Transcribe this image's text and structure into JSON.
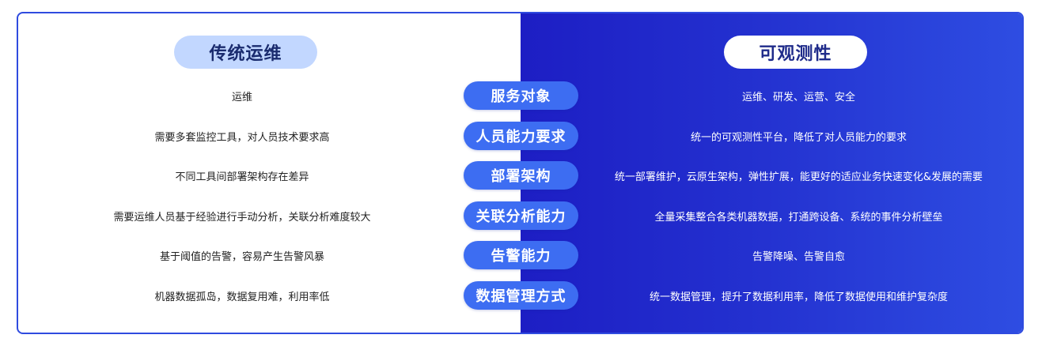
{
  "headers": {
    "left": "传统运维",
    "right": "可观测性"
  },
  "rows": [
    {
      "category": "服务对象",
      "traditional": "运维",
      "observability": "运维、研发、运营、安全"
    },
    {
      "category": "人员能力要求",
      "traditional": "需要多套监控工具，对人员技术要求高",
      "observability": "统一的可观测性平台，降低了对人员能力的要求"
    },
    {
      "category": "部署架构",
      "traditional": "不同工具间部署架构存在差异",
      "observability": "统一部署维护，云原生架构，弹性扩展，能更好的适应业务快速变化&发展的需要"
    },
    {
      "category": "关联分析能力",
      "traditional": "需要运维人员基于经验进行手动分析，关联分析难度较大",
      "observability": "全量采集整合各类机器数据，打通跨设备、系统的事件分析壁垒"
    },
    {
      "category": "告警能力",
      "traditional": "基于阈值的告警，容易产生告警风暴",
      "observability": "告警降噪、告警自愈"
    },
    {
      "category": "数据管理方式",
      "traditional": "机器数据孤岛，数据复用难，利用率低",
      "observability": "统一数据管理，提升了数据利用率，降低了数据使用和维护复杂度"
    }
  ],
  "colors": {
    "border": "#2f4bdf",
    "right_panel_start": "#1d1ec4",
    "right_panel_end": "#2e4de2",
    "category_pill": "#3d6df2",
    "left_header_pill": "#c2d7ff",
    "right_header_pill": "#ffffff"
  }
}
